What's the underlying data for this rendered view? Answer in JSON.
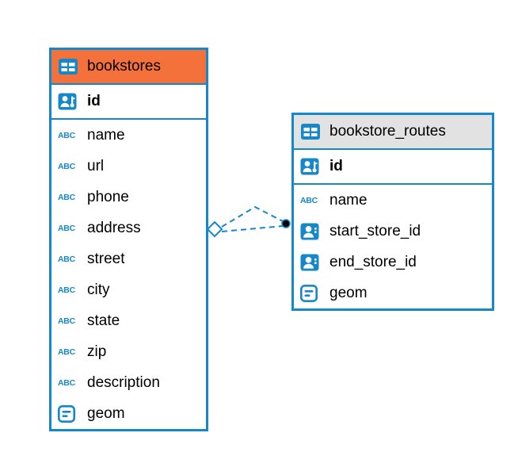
{
  "colors": {
    "accent": "#1588C9",
    "selected_header_bg": "#F4713B",
    "header_bg": "#E2E2E2",
    "canvas_bg": "#FFFFFF",
    "connector_dot": "#000000"
  },
  "icons": {
    "text_glyph": "ABC"
  },
  "diagram": {
    "tables": [
      {
        "name": "bookstores",
        "selected": true,
        "columns": [
          {
            "label": "id",
            "icon": "primary-key",
            "bold": true
          },
          {
            "label": "name",
            "icon": "text"
          },
          {
            "label": "url",
            "icon": "text"
          },
          {
            "label": "phone",
            "icon": "text"
          },
          {
            "label": "address",
            "icon": "text"
          },
          {
            "label": "street",
            "icon": "text"
          },
          {
            "label": "city",
            "icon": "text"
          },
          {
            "label": "state",
            "icon": "text"
          },
          {
            "label": "zip",
            "icon": "text"
          },
          {
            "label": "description",
            "icon": "text"
          },
          {
            "label": "geom",
            "icon": "geometry"
          }
        ]
      },
      {
        "name": "bookstore_routes",
        "selected": false,
        "columns": [
          {
            "label": "id",
            "icon": "primary-key",
            "bold": true
          },
          {
            "label": "name",
            "icon": "text"
          },
          {
            "label": "start_store_id",
            "icon": "foreign-key"
          },
          {
            "label": "end_store_id",
            "icon": "foreign-key"
          },
          {
            "label": "geom",
            "icon": "geometry"
          }
        ]
      }
    ],
    "relationships": [
      {
        "connects": [
          "bookstores",
          "bookstore_routes"
        ],
        "line_style": "dashed",
        "count": 2
      }
    ]
  }
}
